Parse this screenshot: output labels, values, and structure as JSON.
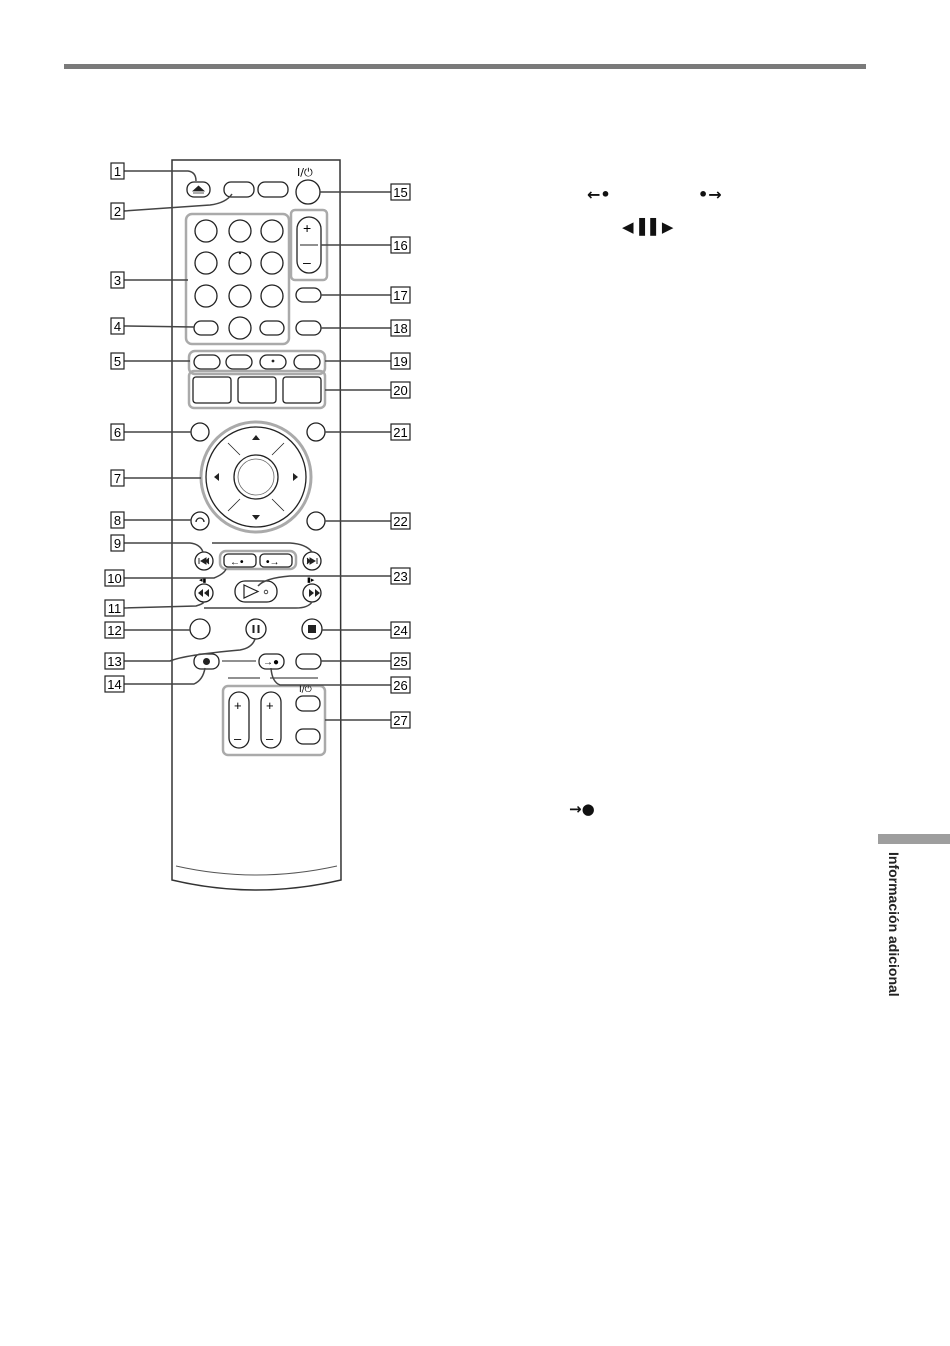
{
  "callouts_left": [
    "1",
    "2",
    "3",
    "4",
    "5",
    "6",
    "7",
    "8",
    "9",
    "10",
    "11",
    "12",
    "13",
    "14"
  ],
  "callouts_right": [
    "15",
    "16",
    "17",
    "18",
    "19",
    "20",
    "21",
    "22",
    "23",
    "24",
    "25",
    "26",
    "27"
  ],
  "remote_labels": {
    "power": "I/⏻",
    "vol_plus": "+",
    "vol_minus": "–",
    "tv_power": "I/⏻",
    "tv_vol_plus": "+",
    "tv_vol_minus": "–",
    "tv_ch_plus": "+",
    "tv_ch_minus": "–"
  },
  "right_column": {
    "replay_glyph": "←•",
    "advance_glyph": "•→",
    "step_glyphs": "◀▐ ▌▶",
    "rec_glyph": "→●"
  },
  "side_tab_label": "Información adicional"
}
